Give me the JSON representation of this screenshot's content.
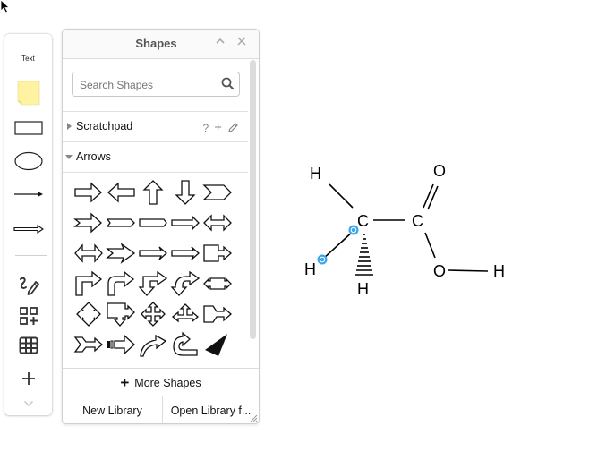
{
  "toolbar": {
    "items": [
      {
        "id": "text",
        "label": "Text",
        "icon": "text-shape"
      },
      {
        "id": "note",
        "icon": "sticky-note-icon",
        "color": "#fff2a0"
      },
      {
        "id": "rectangle",
        "icon": "rectangle-icon"
      },
      {
        "id": "ellipse",
        "icon": "ellipse-icon"
      },
      {
        "id": "arrow",
        "icon": "arrow-line-icon"
      },
      {
        "id": "double-arrow",
        "icon": "thick-arrow-icon"
      },
      {
        "id": "freehand",
        "icon": "freehand-draw-icon"
      },
      {
        "id": "add-shapes",
        "icon": "shapes-add-icon"
      },
      {
        "id": "table",
        "icon": "table-icon"
      },
      {
        "id": "insert",
        "icon": "plus-icon"
      },
      {
        "id": "more",
        "icon": "chevron-down-icon"
      }
    ]
  },
  "panel": {
    "title": "Shapes",
    "collapse_icon": "chevron-up-icon",
    "close_icon": "close-icon",
    "search": {
      "placeholder": "Search Shapes",
      "value": ""
    },
    "sections": [
      {
        "label": "Scratchpad",
        "expanded": false,
        "tools": [
          "?",
          "+",
          "pencil"
        ]
      },
      {
        "label": "Arrows",
        "expanded": true
      }
    ],
    "arrows": [
      "arrow-right",
      "arrow-left",
      "arrow-up",
      "arrow-down",
      "chevron-right",
      "notched-arrow-right",
      "pentagon-bar",
      "pentagon-bar-long",
      "arrow-right-long",
      "double-arrow-h",
      "double-arrow-h-2",
      "striped-notched-arrow",
      "arrow-right-thin",
      "arrow-right-thin-2",
      "callout-arrow-right",
      "bent-arrow",
      "bent-arrow-rounded",
      "bent-up-arrow",
      "u-turn-arrow-curved",
      "left-right-arrow-callout",
      "quad-arrow-diamond",
      "callout-down-right",
      "quad-arrow",
      "left-right-up-arrow",
      "callout-double-arrow",
      "notched-arrow-right-2",
      "striped-arrow",
      "curved-arrow",
      "u-turn-arrow",
      "wedge"
    ],
    "more_shapes_label": "More Shapes",
    "footer": {
      "new_library": "New Library",
      "open_library": "Open Library f..."
    }
  },
  "canvas": {
    "molecule": {
      "atoms": [
        {
          "id": "H1",
          "label": "H"
        },
        {
          "id": "C1",
          "label": "C"
        },
        {
          "id": "C2",
          "label": "C"
        },
        {
          "id": "O1",
          "label": "O"
        },
        {
          "id": "O2",
          "label": "O"
        },
        {
          "id": "H2",
          "label": "H"
        },
        {
          "id": "H3",
          "label": "H"
        },
        {
          "id": "H4",
          "label": "H"
        }
      ],
      "selection_color": "#3aa6e8"
    }
  }
}
